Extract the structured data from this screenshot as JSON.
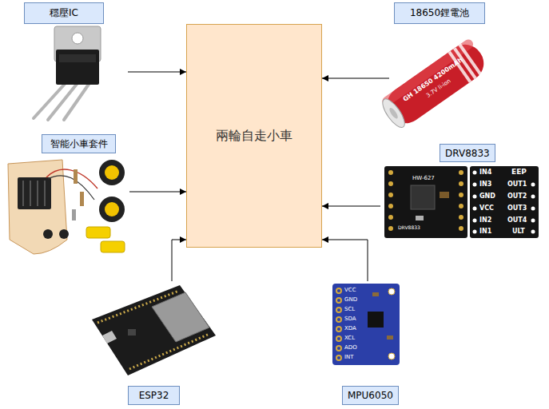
{
  "diagram": {
    "nodes": [
      {
        "text": [
          "穩壓IC"
        ]
      },
      {
        "text": [
          "18650鋰電池"
        ]
      },
      {
        "text": [
          "智能小車套件"
        ]
      },
      {
        "text": [
          "DRV8833"
        ]
      },
      {
        "text": [
          "ESP32"
        ]
      },
      {
        "text": [
          "MPU6050"
        ]
      },
      {
        "text": [
          "兩輪自走小車"
        ]
      }
    ],
    "edges": [
      {
        "from": 0,
        "to": 6,
        "arrow": "to"
      },
      {
        "from": 1,
        "to": 6,
        "arrow": "to"
      },
      {
        "from": 2,
        "to": 6,
        "arrow": "to"
      },
      {
        "from": 3,
        "to": 6,
        "arrow": "to"
      },
      {
        "from": 4,
        "to": 6,
        "arrow": "to"
      },
      {
        "from": 5,
        "to": 6,
        "arrow": "to"
      }
    ],
    "labels": [
      "IN4",
      "IN3",
      "GND",
      "VCC",
      "IN2",
      "IN1",
      "EEP",
      "OUT1",
      "OUT2",
      "OUT3",
      "OUT4",
      "ULT",
      "HW-627",
      "DRV8833",
      "VCC",
      "GND",
      "SCL",
      "SDA",
      "XDA",
      "XCL",
      "ADO",
      "INT",
      "GH 18650 4200mAh",
      "3.7V li-ion"
    ]
  }
}
